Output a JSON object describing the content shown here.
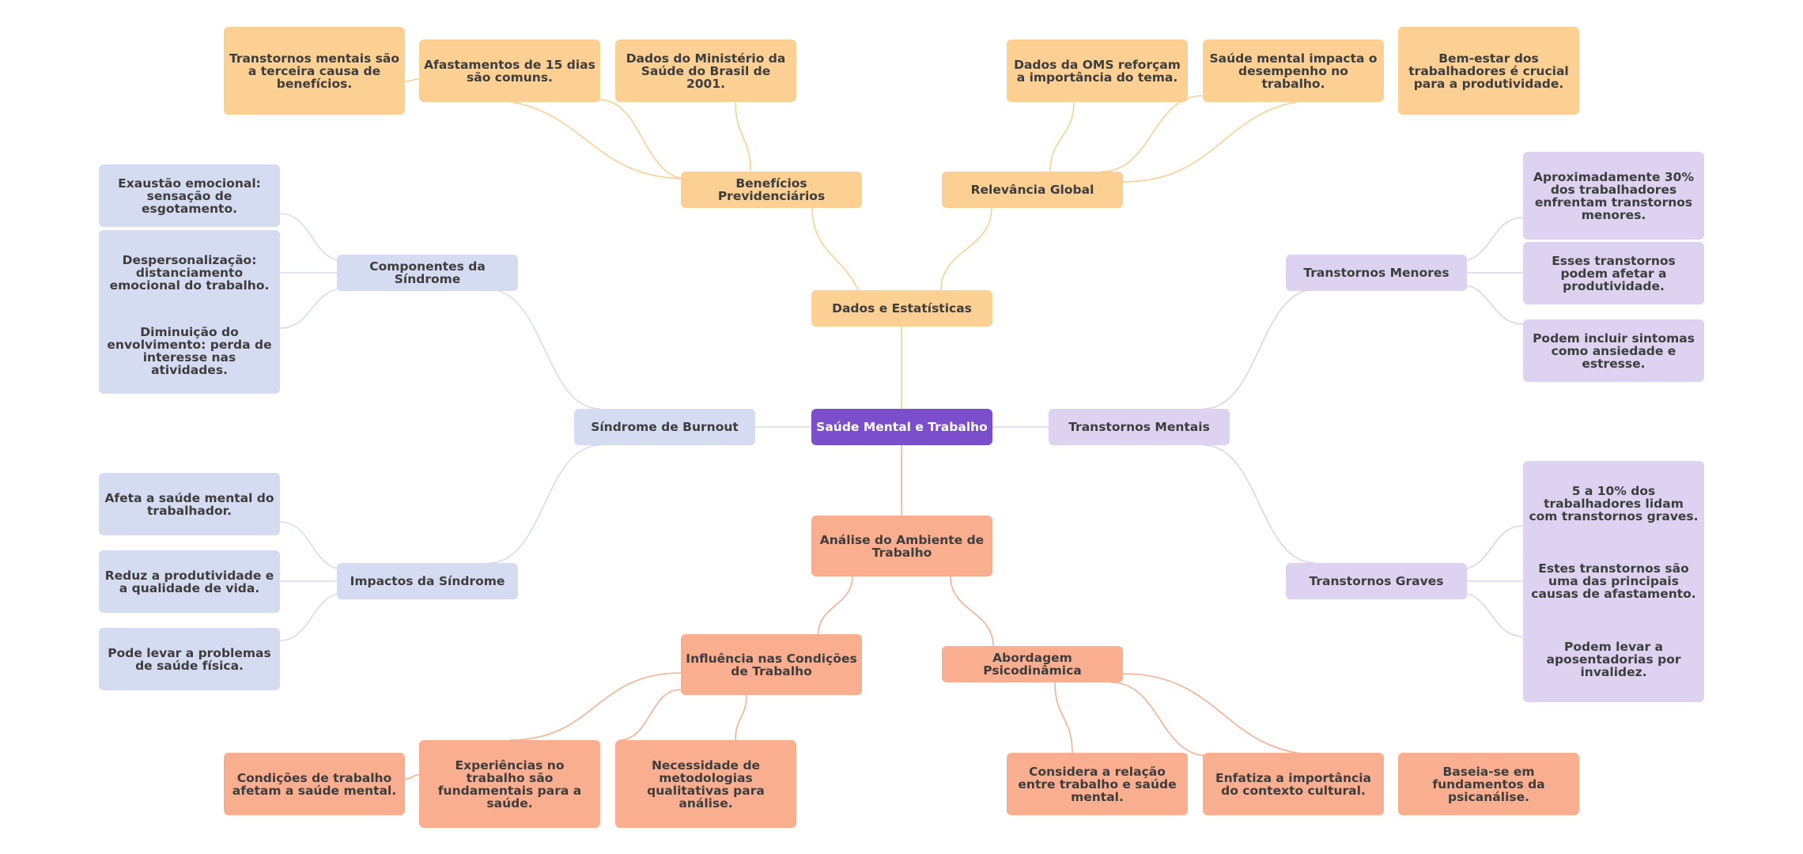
{
  "root": "Saúde Mental e Trabalho",
  "branches": {
    "dados": {
      "label": "Dados e Estatísticas",
      "beneficios": {
        "label": "Benefícios Previdenciários",
        "items": [
          "Transtornos mentais são a terceira causa de benefícios.",
          "Afastamentos de 15 dias são comuns.",
          "Dados do Ministério da Saúde do Brasil de 2001."
        ]
      },
      "relevancia": {
        "label": "Relevância Global",
        "items": [
          "Dados da OMS reforçam a importância do tema.",
          "Saúde mental impacta o desempenho no trabalho.",
          "Bem-estar dos trabalhadores é crucial para a produtividade."
        ]
      }
    },
    "burnout": {
      "label": "Síndrome de Burnout",
      "componentes": {
        "label": "Componentes da Síndrome",
        "items": [
          "Exaustão emocional: sensação de esgotamento.",
          "Despersonalização: distanciamento emocional do trabalho.",
          "Diminuição do envolvimento: perda de interesse nas atividades."
        ]
      },
      "impactos": {
        "label": "Impactos da Síndrome",
        "items": [
          "Afeta a saúde mental do trabalhador.",
          "Reduz a produtividade e a qualidade de vida.",
          "Pode levar a problemas de saúde física."
        ]
      }
    },
    "transtornos": {
      "label": "Transtornos Mentais",
      "menores": {
        "label": "Transtornos Menores",
        "items": [
          "Aproximadamente 30% dos trabalhadores enfrentam transtornos menores.",
          "Esses transtornos podem afetar a produtividade.",
          "Podem incluir sintomas como ansiedade e estresse."
        ]
      },
      "graves": {
        "label": "Transtornos Graves",
        "items": [
          "5 a 10% dos trabalhadores lidam com transtornos graves.",
          "Estes transtornos são uma das principais causas de afastamento.",
          "Podem levar a aposentadorias por invalidez."
        ]
      }
    },
    "analise": {
      "label": "Análise do Ambiente de Trabalho",
      "influencia": {
        "label": "Influência nas Condições de Trabalho",
        "items": [
          "Condições de trabalho afetam a saúde mental.",
          "Experiências no trabalho são fundamentais para a saúde.",
          "Necessidade de metodologias qualitativas para análise."
        ]
      },
      "abordagem": {
        "label": "Abordagem Psicodinâmica",
        "items": [
          "Considera a relação entre trabalho e saúde mental.",
          "Enfatiza a importância do contexto cultural.",
          "Baseia-se em fundamentos da psicanálise."
        ]
      }
    }
  },
  "colors": {
    "center": "#7b4fcb",
    "burnout": "#d5dcf1",
    "dados": "#fccf93",
    "transtornos": "#ddd2f0",
    "analise": "#f9ae90"
  }
}
